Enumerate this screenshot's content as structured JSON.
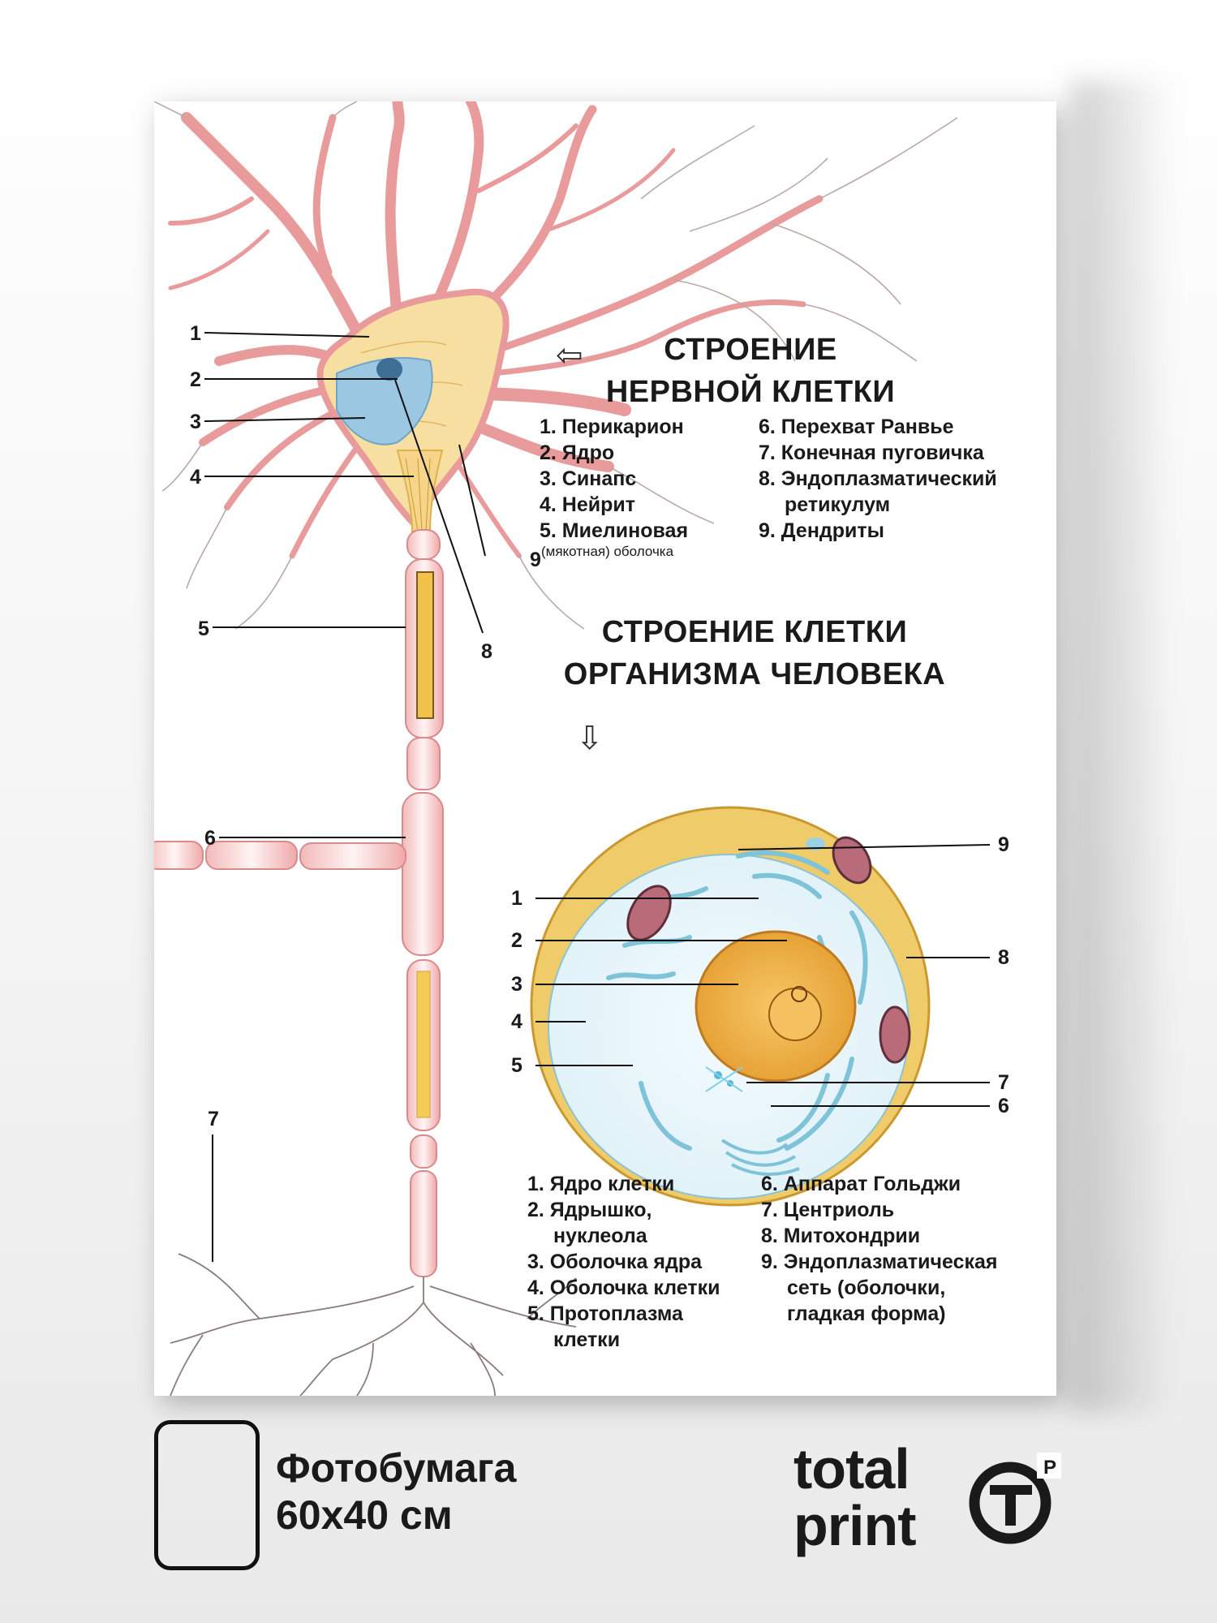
{
  "neuron": {
    "title_line1": "СТРОЕНИЕ",
    "title_line2": "НЕРВНОЙ КЛЕТКИ",
    "arrow": "⇦",
    "legend_left": [
      "1. Перикарион",
      "2. Ядро",
      "3. Синапс",
      "4. Нейрит",
      "5. Миелиновая"
    ],
    "legend_left_sub": "(мякотная) оболочка",
    "legend_right": [
      "6. Перехват Ранвье",
      "7. Конечная пуговичка",
      "8. Эндоплазматический",
      "ретикулум",
      "9. Дендриты"
    ],
    "labels": [
      "1",
      "2",
      "3",
      "4",
      "5",
      "6",
      "7",
      "8",
      "9"
    ]
  },
  "cell": {
    "title_line1": "СТРОЕНИЕ КЛЕТКИ",
    "title_line2": "ОРГАНИЗМА ЧЕЛОВЕКА",
    "arrow": "⇩",
    "legend_left": [
      "1. Ядро клетки",
      "2. Ядрышко,",
      "нуклеола",
      "3. Оболочка ядра",
      "4. Оболочка клетки",
      "5. Протоплазма",
      "клетки"
    ],
    "legend_right": [
      "6. Аппарат Гольджи",
      "7. Центриоль",
      "8. Митохондрии",
      "9. Эндоплазматическая",
      "сеть (оболочки,",
      "гладкая форма)"
    ],
    "labels": [
      "1",
      "2",
      "3",
      "4",
      "5",
      "6",
      "7",
      "8",
      "9"
    ]
  },
  "footer": {
    "paper_line1": "Фотобумага",
    "paper_line2": "60x40 см",
    "brand_line1": "total",
    "brand_line2": "print",
    "logo_letter": "T",
    "logo_sup": "P"
  },
  "colors": {
    "dendrite": "#e99a9a",
    "soma": "#f6dfa0",
    "nucleus_blue": "#9cc7e3",
    "myelin": "#f1c24a",
    "cell_outer": "#f0cb6a",
    "cell_nucleus": "#eaa93a",
    "cell_er": "#9fd0e0"
  }
}
